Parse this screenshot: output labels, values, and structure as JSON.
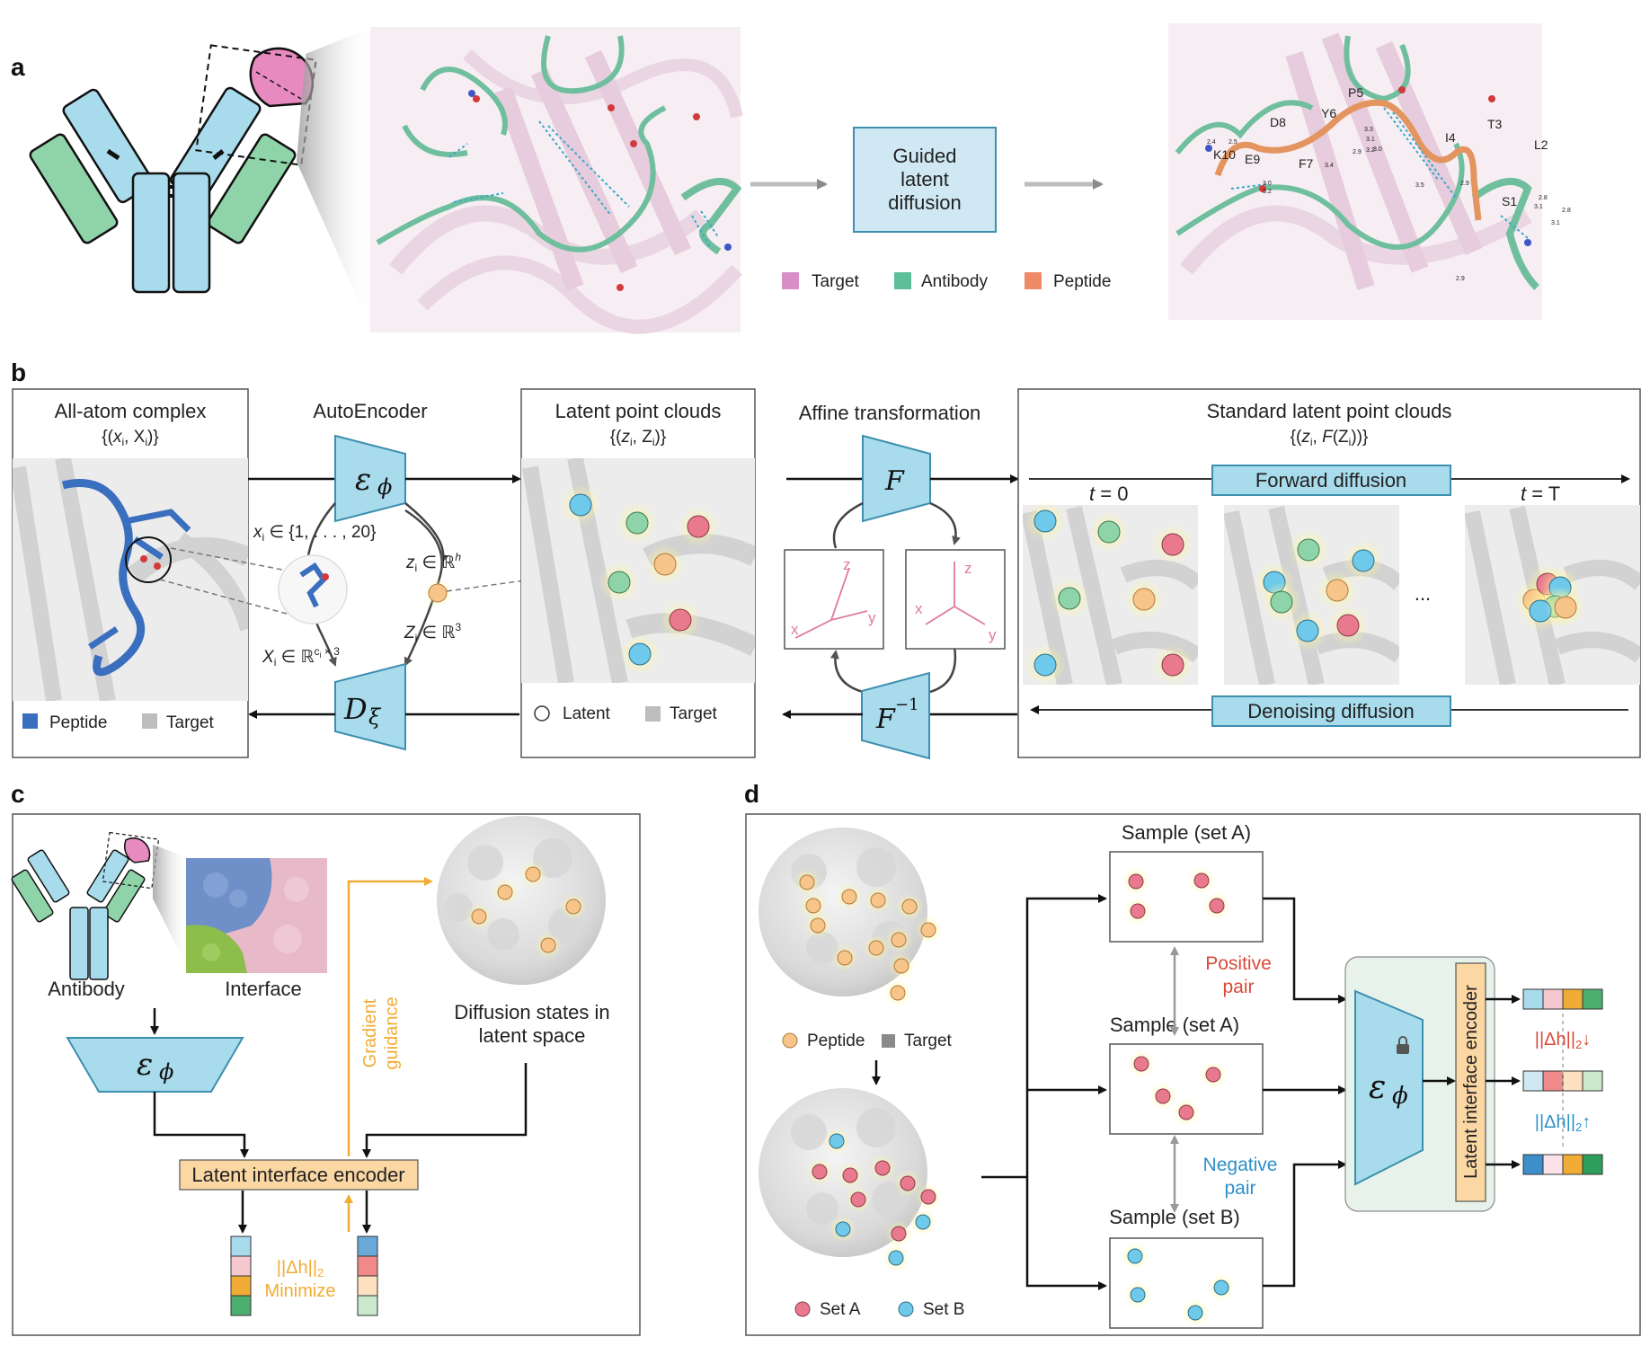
{
  "panels": {
    "a": "a",
    "b": "b",
    "c": "c",
    "d": "d"
  },
  "colors": {
    "box_blue": "#a8dbec",
    "box_blue_stroke": "#3d8fb0",
    "antibody_green": "#8fd3a8",
    "target_pink": "#e78ac0",
    "peptide_orange": "#f0935e",
    "latent_orange": "#f7c48a",
    "latent_pink": "#e8798e",
    "latent_green": "#8fd3a8",
    "latent_blue": "#6ec9ea",
    "encoder_bg": "#fbd7a4",
    "guidance": "#f0ac35",
    "red_text": "#d94a3a",
    "blue_text": "#2d90c9",
    "panel_d_box": "#e7f3ea",
    "protein_pink": "#ead6e2",
    "protein_green": "#6fbf9e"
  },
  "a": {
    "guided_box": [
      "Guided",
      "latent",
      "diffusion"
    ],
    "legend": [
      {
        "label": "Target",
        "color": "#d98ec8"
      },
      {
        "label": "Antibody",
        "color": "#5cbf9a"
      },
      {
        "label": "Peptide",
        "color": "#ef8a67"
      }
    ],
    "residues": [
      "P5",
      "Y6",
      "D8",
      "T3",
      "K10",
      "E9",
      "F7",
      "I4",
      "L2",
      "S1"
    ],
    "distances": [
      "3.3",
      "3.1",
      "2.5",
      "3.0",
      "3.2",
      "3.0",
      "3.4",
      "2.9",
      "3.2",
      "3.5",
      "2.9",
      "2.8",
      "3.1",
      "2.8",
      "3.1",
      "2.9",
      "2.4"
    ]
  },
  "b": {
    "allatom_title": "All-atom complex",
    "allatom_sub": "{(x",
    "autoencoder": "AutoEncoder",
    "enc_symbol": "ε",
    "enc_sub": "ϕ",
    "dec_symbol": "D",
    "dec_sub": "ξ",
    "xi_def": "x",
    "xi_set": "∈ {1, . . . , 20}",
    "zi": "z",
    "zi_set": "∈ ℝ",
    "zi_exp": "h",
    "Zi": "Z",
    "Zi_set": "∈ ℝ",
    "Zi_exp": "3",
    "Xi": "X",
    "Xi_set": "∈ ℝ",
    "Xi_exp": "c",
    "Xi_exp_tail": " × 3",
    "latent_title": "Latent point clouds",
    "affine": "Affine transformation",
    "F": "F",
    "Finv": "F",
    "Finv_exp": "−1",
    "standard_title": "Standard latent point clouds",
    "forward": "Forward diffusion",
    "denoising": "Denoising diffusion",
    "t0": "t",
    "t0_tail": " = 0",
    "tT": "t",
    "tT_tail": " = T",
    "ellipsis": "...",
    "axes": {
      "x": "x",
      "y": "y",
      "z": "z"
    },
    "legend1": [
      {
        "label": "Peptide"
      },
      {
        "label": "Target"
      }
    ],
    "legend2": [
      {
        "label": "Latent"
      },
      {
        "label": "Target"
      }
    ]
  },
  "c": {
    "antibody": "Antibody",
    "interface": "Interface",
    "diffusion_states": [
      "Diffusion states in",
      "latent space"
    ],
    "gradient": [
      "Gradient",
      "guidance"
    ],
    "encoder": "Latent interface encoder",
    "minimize_norm": "||Δh||",
    "minimize_sub": "2",
    "minimize": "Minimize"
  },
  "d": {
    "sample_a1": "Sample (set A)",
    "sample_a2": "Sample (set A)",
    "sample_b": "Sample (set B)",
    "positive": [
      "Positive",
      "pair"
    ],
    "negative": [
      "Negative",
      "pair"
    ],
    "encoder_vertical": "Latent interface encoder",
    "legend_top": [
      {
        "label": "Peptide"
      },
      {
        "label": "Target"
      }
    ],
    "legend_bottom": [
      {
        "label": "Set A"
      },
      {
        "label": "Set B"
      }
    ],
    "norm_down": "||Δh||",
    "norm_sub": "2",
    "down_arrow": "↓",
    "up_arrow": "↑"
  }
}
